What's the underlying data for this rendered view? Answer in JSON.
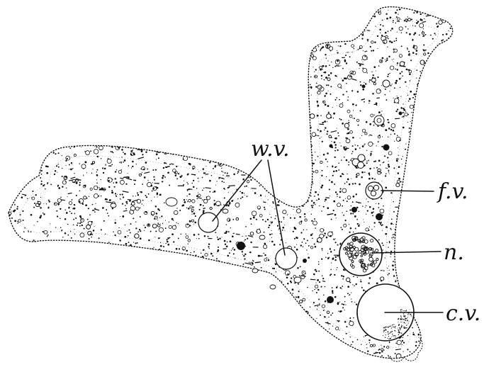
{
  "labels": {
    "water_vacuole": "w.v.",
    "food_vacuole": "f.v.",
    "nucleus": "n.",
    "contractile_vacuole": "c.v."
  },
  "colors": {
    "ink": "#111111",
    "background": "#ffffff"
  }
}
